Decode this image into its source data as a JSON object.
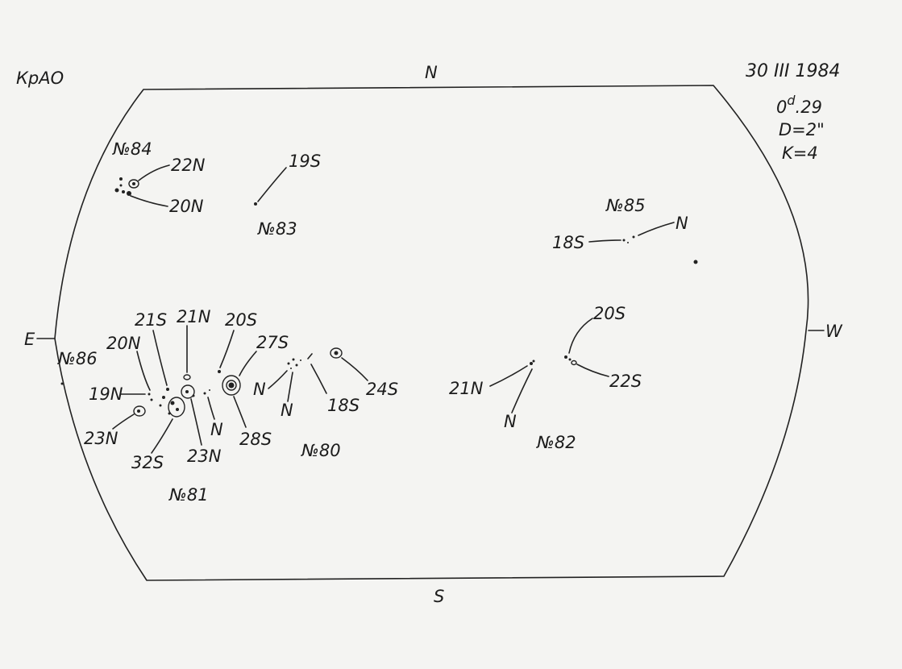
{
  "header": {
    "observatory": "КрАО",
    "date": "30 III 1984",
    "time_prefix": "0",
    "time_sup": "d",
    "time_suffix": ".29",
    "diameter": "D=2\"",
    "k_value": "K=4"
  },
  "directions": {
    "north": "N",
    "south": "S",
    "east": "E",
    "west": "W"
  },
  "groups": {
    "g80": "№80",
    "g81": "№81",
    "g82": "№82",
    "g83": "№83",
    "g84": "№84",
    "g85": "№85",
    "g86": "№86"
  },
  "labels": {
    "l84_22N": "22N",
    "l84_20N": "20N",
    "l83_19S": "19S",
    "l85_18S": "18S",
    "l85_N": "N",
    "l81_21S": "21S",
    "l81_21N": "21N",
    "l81_20S": "20S",
    "l81_20N": "20N",
    "l81_19N": "19N",
    "l81_23N_a": "23N",
    "l81_32S": "32S",
    "l81_23N_b": "23N",
    "l81_N": "N",
    "l81_28S": "28S",
    "l81_27S": "27S",
    "l80_N_a": "N",
    "l80_N_b": "N",
    "l80_18S": "18S",
    "l80_24S": "24S",
    "l82_20S": "20S",
    "l82_21N": "21N",
    "l82_22S": "22S",
    "l82_N": "N"
  },
  "colors": {
    "ink": "#1c1c1c",
    "paper": "#f4f4f2"
  }
}
